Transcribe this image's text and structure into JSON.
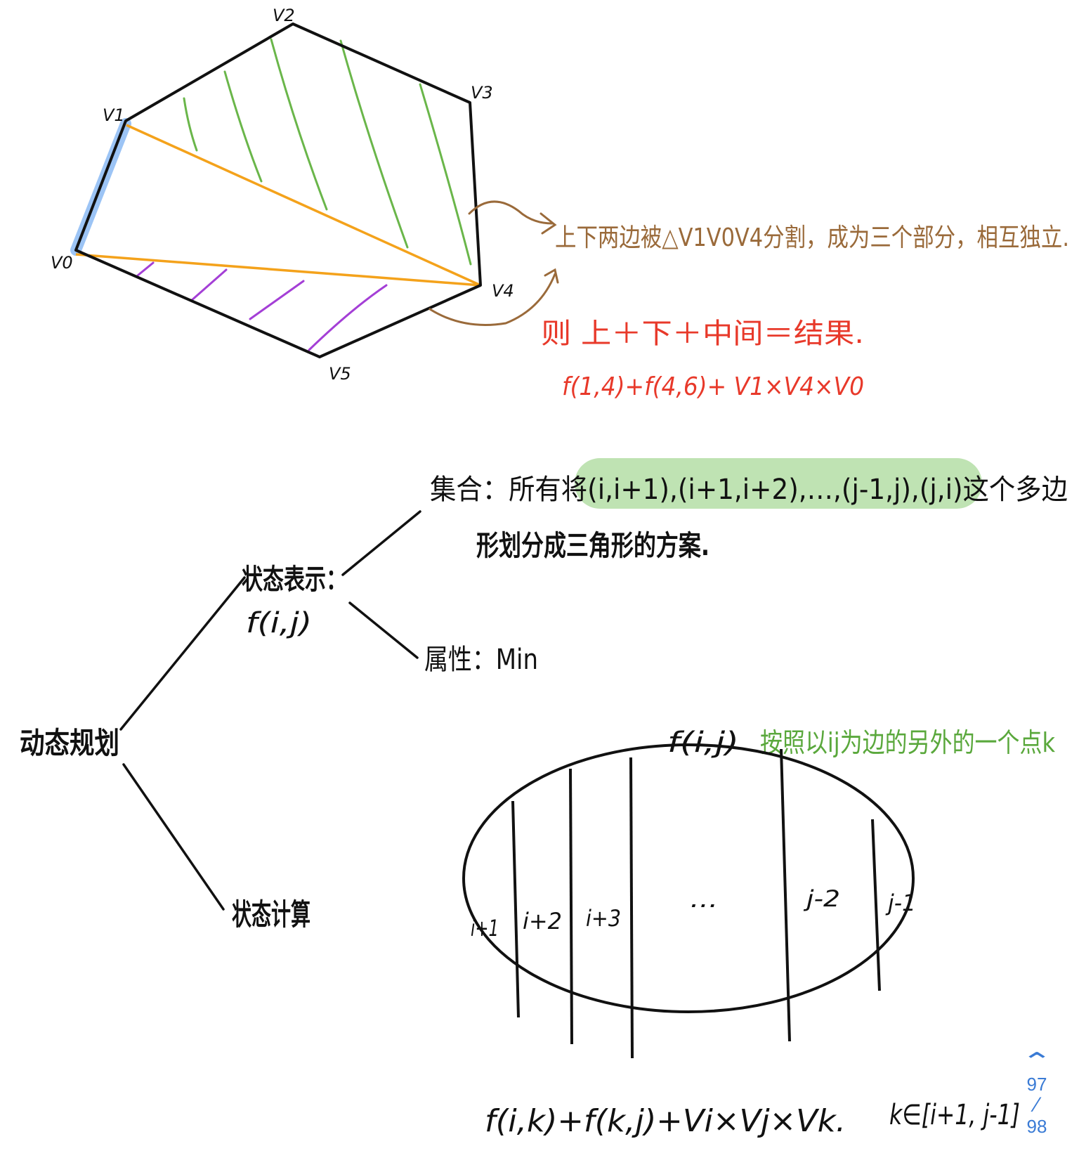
{
  "polygon": {
    "vertices": [
      "V0",
      "V1",
      "V2",
      "V3",
      "V4",
      "V5"
    ],
    "annotation_upper_lower": "上下两边被△V1V0V4分割，成为三个部分，相互独立.",
    "annotation_result": "则 上＋下＋中间＝结果.",
    "formula_triangle": "f(1,4)+f(4,6)+ V1×V4×V0"
  },
  "tree": {
    "root": "动态规划",
    "state": "状态表示：",
    "state_fn": "f(i,j)",
    "compute": "状态计算",
    "set_line1": "集合：所有将(i,i+1),(i+1,i+2),…,(j-1,j),(j,i)这个多边",
    "set_line2": "形划分成三角形的方案.",
    "attribute": "属性：Min"
  },
  "partition": {
    "title": "f(i,j)",
    "note": "按照以ij为边的另外的一个点k",
    "cells": [
      "i+1",
      "i+2",
      "i+3",
      "···",
      "j-2",
      "j-1"
    ],
    "formula": "f(i,k)+f(k,j)+Vi×Vj×Vk.",
    "range": "k∈[i+1, j-1]"
  },
  "colors": {
    "ink": "#111111",
    "green_hatch": "#6ab64a",
    "purple_hatch": "#a43fd6",
    "orange_diagonal": "#f4a21b",
    "blue_highlight": "#9cc4f5",
    "brown_note": "#9a6a3a",
    "red_note": "#e8392a",
    "green_note": "#5aa83c",
    "green_highlight": "#bfe3b3",
    "pager_blue": "#3a7bd5"
  },
  "pager": {
    "current": "97",
    "total": "98",
    "icon": "chevron-up-icon"
  }
}
